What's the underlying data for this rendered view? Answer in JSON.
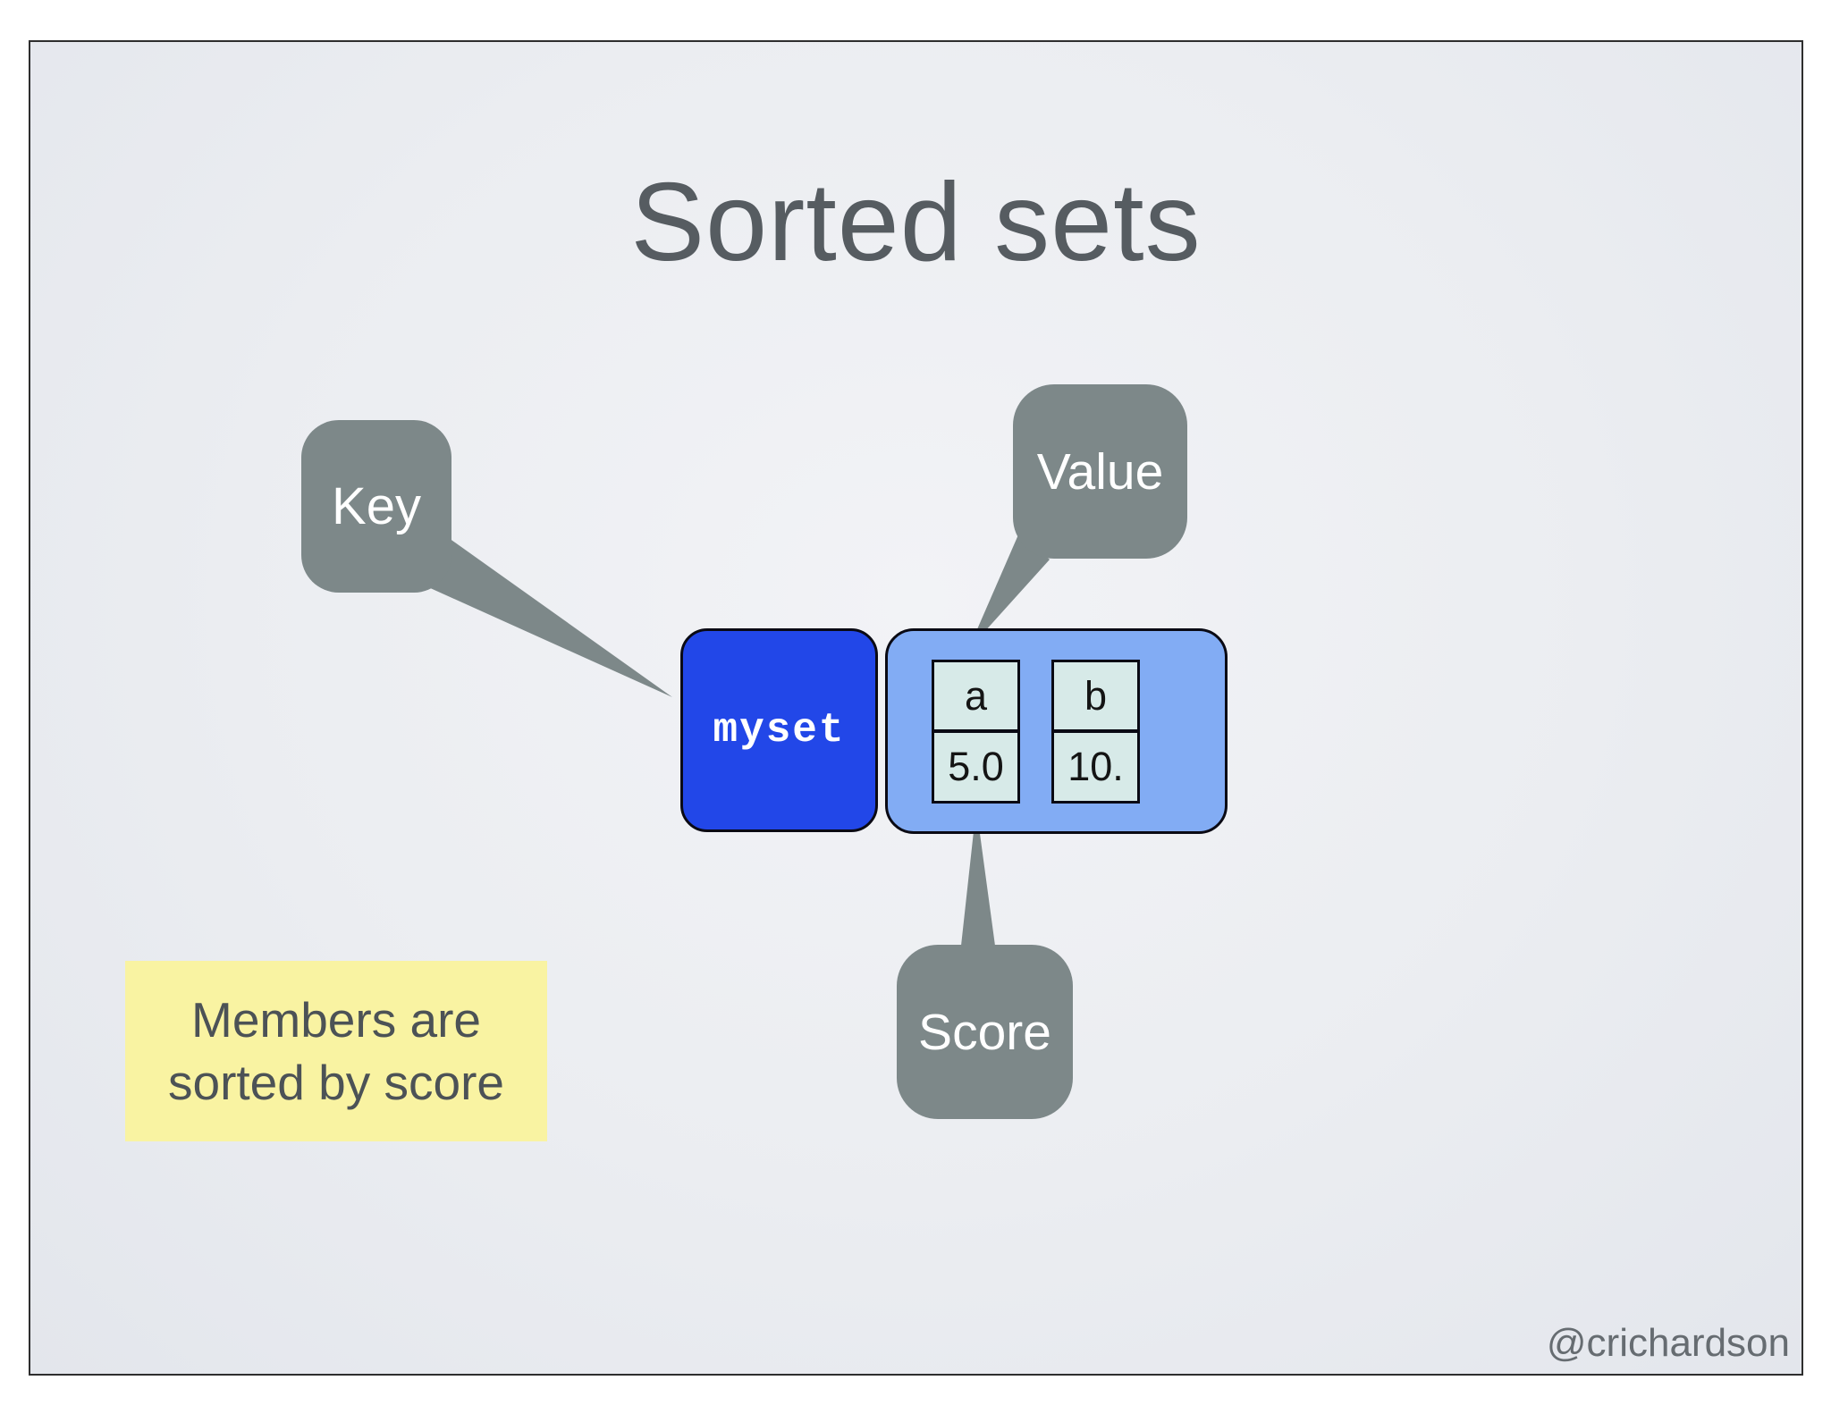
{
  "title": "Sorted sets",
  "callouts": {
    "key": "Key",
    "value": "Value",
    "score": "Score"
  },
  "diagram": {
    "key_label": "myset",
    "entries": [
      {
        "value": "a",
        "score": "5.0"
      },
      {
        "value": "b",
        "score": "10."
      }
    ]
  },
  "note": {
    "text": "Members are sorted by score"
  },
  "footer": "@crichardson",
  "colors": {
    "callout_gray": "#7d8889",
    "key_box_blue": "#2247e8",
    "entries_box_blue": "#82acf4",
    "cell_mint": "#d7eae8",
    "note_yellow": "#f9f3a2",
    "title_gray": "#565c61",
    "slide_background": "#ebedf1",
    "frame_border": "#2e2e2e"
  }
}
